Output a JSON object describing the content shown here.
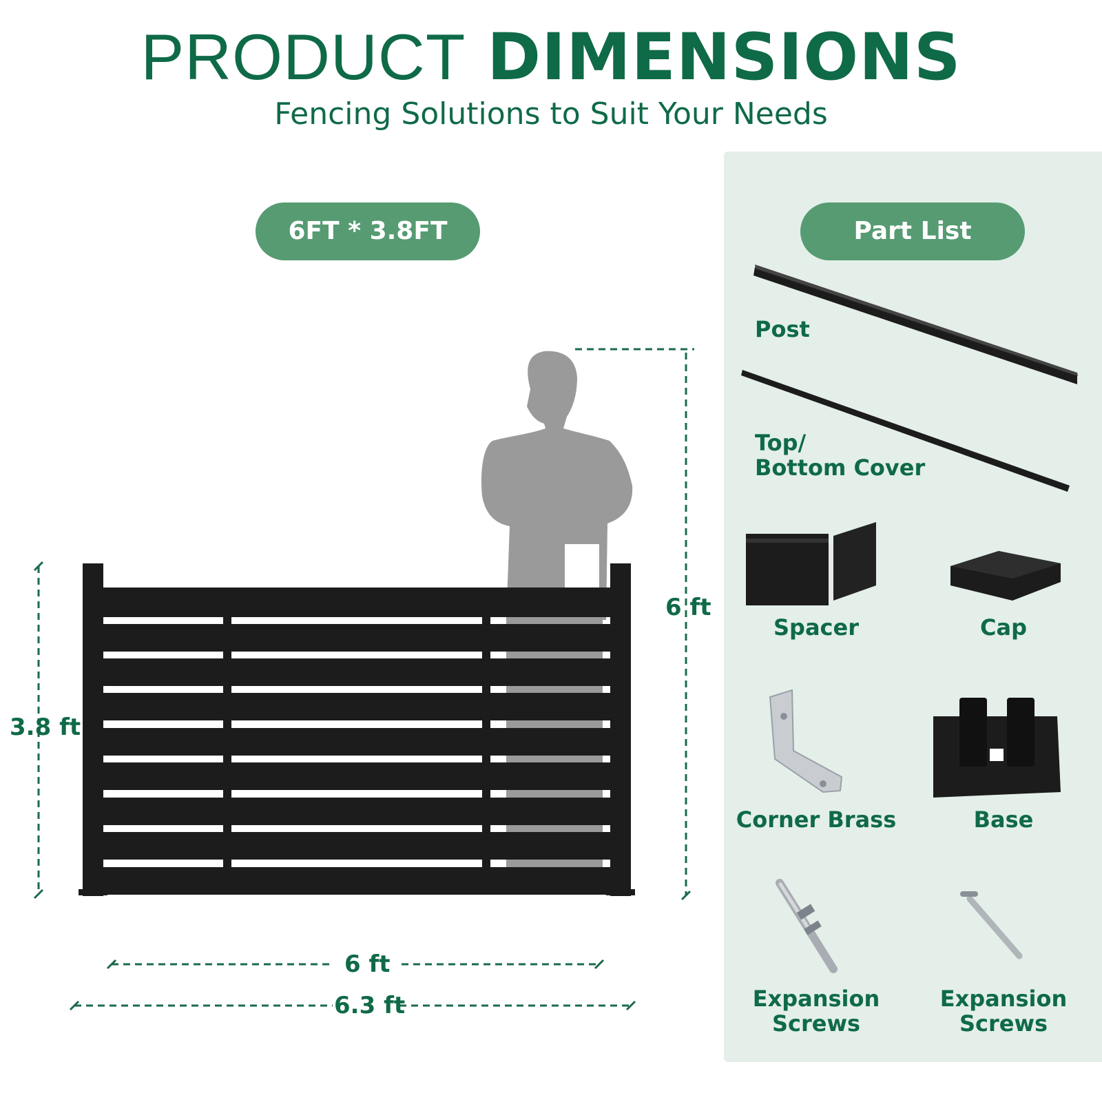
{
  "heading": {
    "title_light": "PRODUCT",
    "title_bold": "DIMENSIONS",
    "subtitle": "Fencing Solutions to Suit Your Needs"
  },
  "fence": {
    "size_badge": "6FT * 3.8FT",
    "height_label": "3.8 ft",
    "person_height_label": "6 ft",
    "panel_width_label": "6 ft",
    "total_width_label": "6.3 ft"
  },
  "parts": {
    "header": "Part List",
    "post": "Post",
    "cover_line1": "Top/",
    "cover_line2": "Bottom Cover",
    "spacer": "Spacer",
    "cap": "Cap",
    "corner_brass": "Corner Brass",
    "base": "Base",
    "expansion_screws_a_line1": "Expansion",
    "expansion_screws_a_line2": "Screws",
    "expansion_screws_b_line1": "Expansion",
    "expansion_screws_b_line2": "Screws"
  },
  "colors": {
    "brand_green": "#0f6a47",
    "pill_green": "#569b72",
    "panel_bg": "#e4efe9",
    "fence_black": "#1c1c1c",
    "person_gray": "#9a9a9a"
  }
}
